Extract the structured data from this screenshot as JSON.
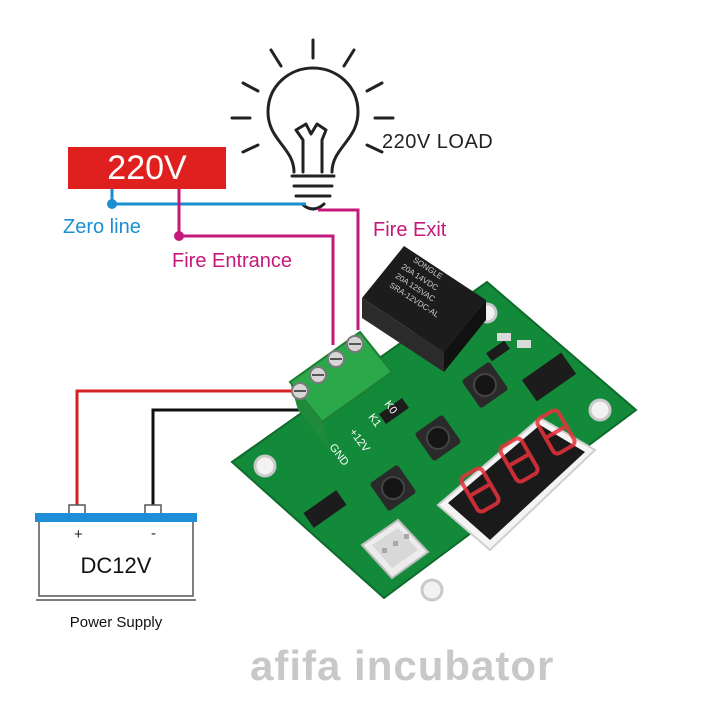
{
  "labels": {
    "supply_voltage": "220V",
    "load": "220V LOAD",
    "zero_line": "Zero line",
    "fire_entrance": "Fire Entrance",
    "fire_exit": "Fire Exit",
    "dc": "DC12V",
    "plus": "+",
    "minus": "-",
    "power_supply": "Power Supply",
    "watermark": "afifa incubator"
  },
  "board": {
    "relay_lines": [
      "20A  14VDC",
      "20A  125VAC",
      "SRA-12VDC-AL"
    ],
    "relay_brand": "SONGLE",
    "terminal_labels": [
      "K0",
      "K1",
      "+12V",
      "GND"
    ]
  },
  "colors": {
    "supply_red": "#e0201e",
    "zero_line": "#1a8fd1",
    "fire_line": "#c4197a",
    "wire_red": "#d42020",
    "wire_black": "#111111",
    "pcb_green": "#138a3a",
    "terminal_green": "#2aa84a",
    "relay_black": "#1c1c1c",
    "display_red": "#e8323c",
    "watermark": "#c8c8c8"
  },
  "icons": [
    "light-bulb-icon",
    "power-supply-box"
  ]
}
